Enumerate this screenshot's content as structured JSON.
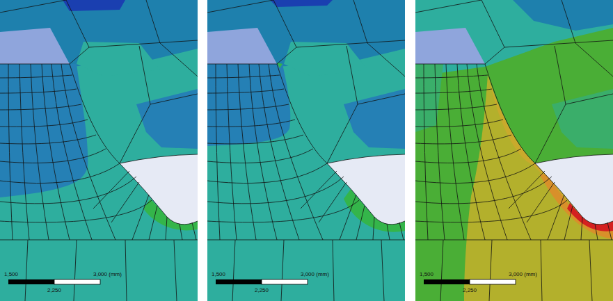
{
  "diagram": {
    "labels": [
      "1,500",
      "3,000 (mm)",
      "2,250",
      "1,500",
      "3,000 (mm)",
      "2,250",
      "1,500",
      "3,000 (mm)",
      "2,250"
    ]
  }
}
